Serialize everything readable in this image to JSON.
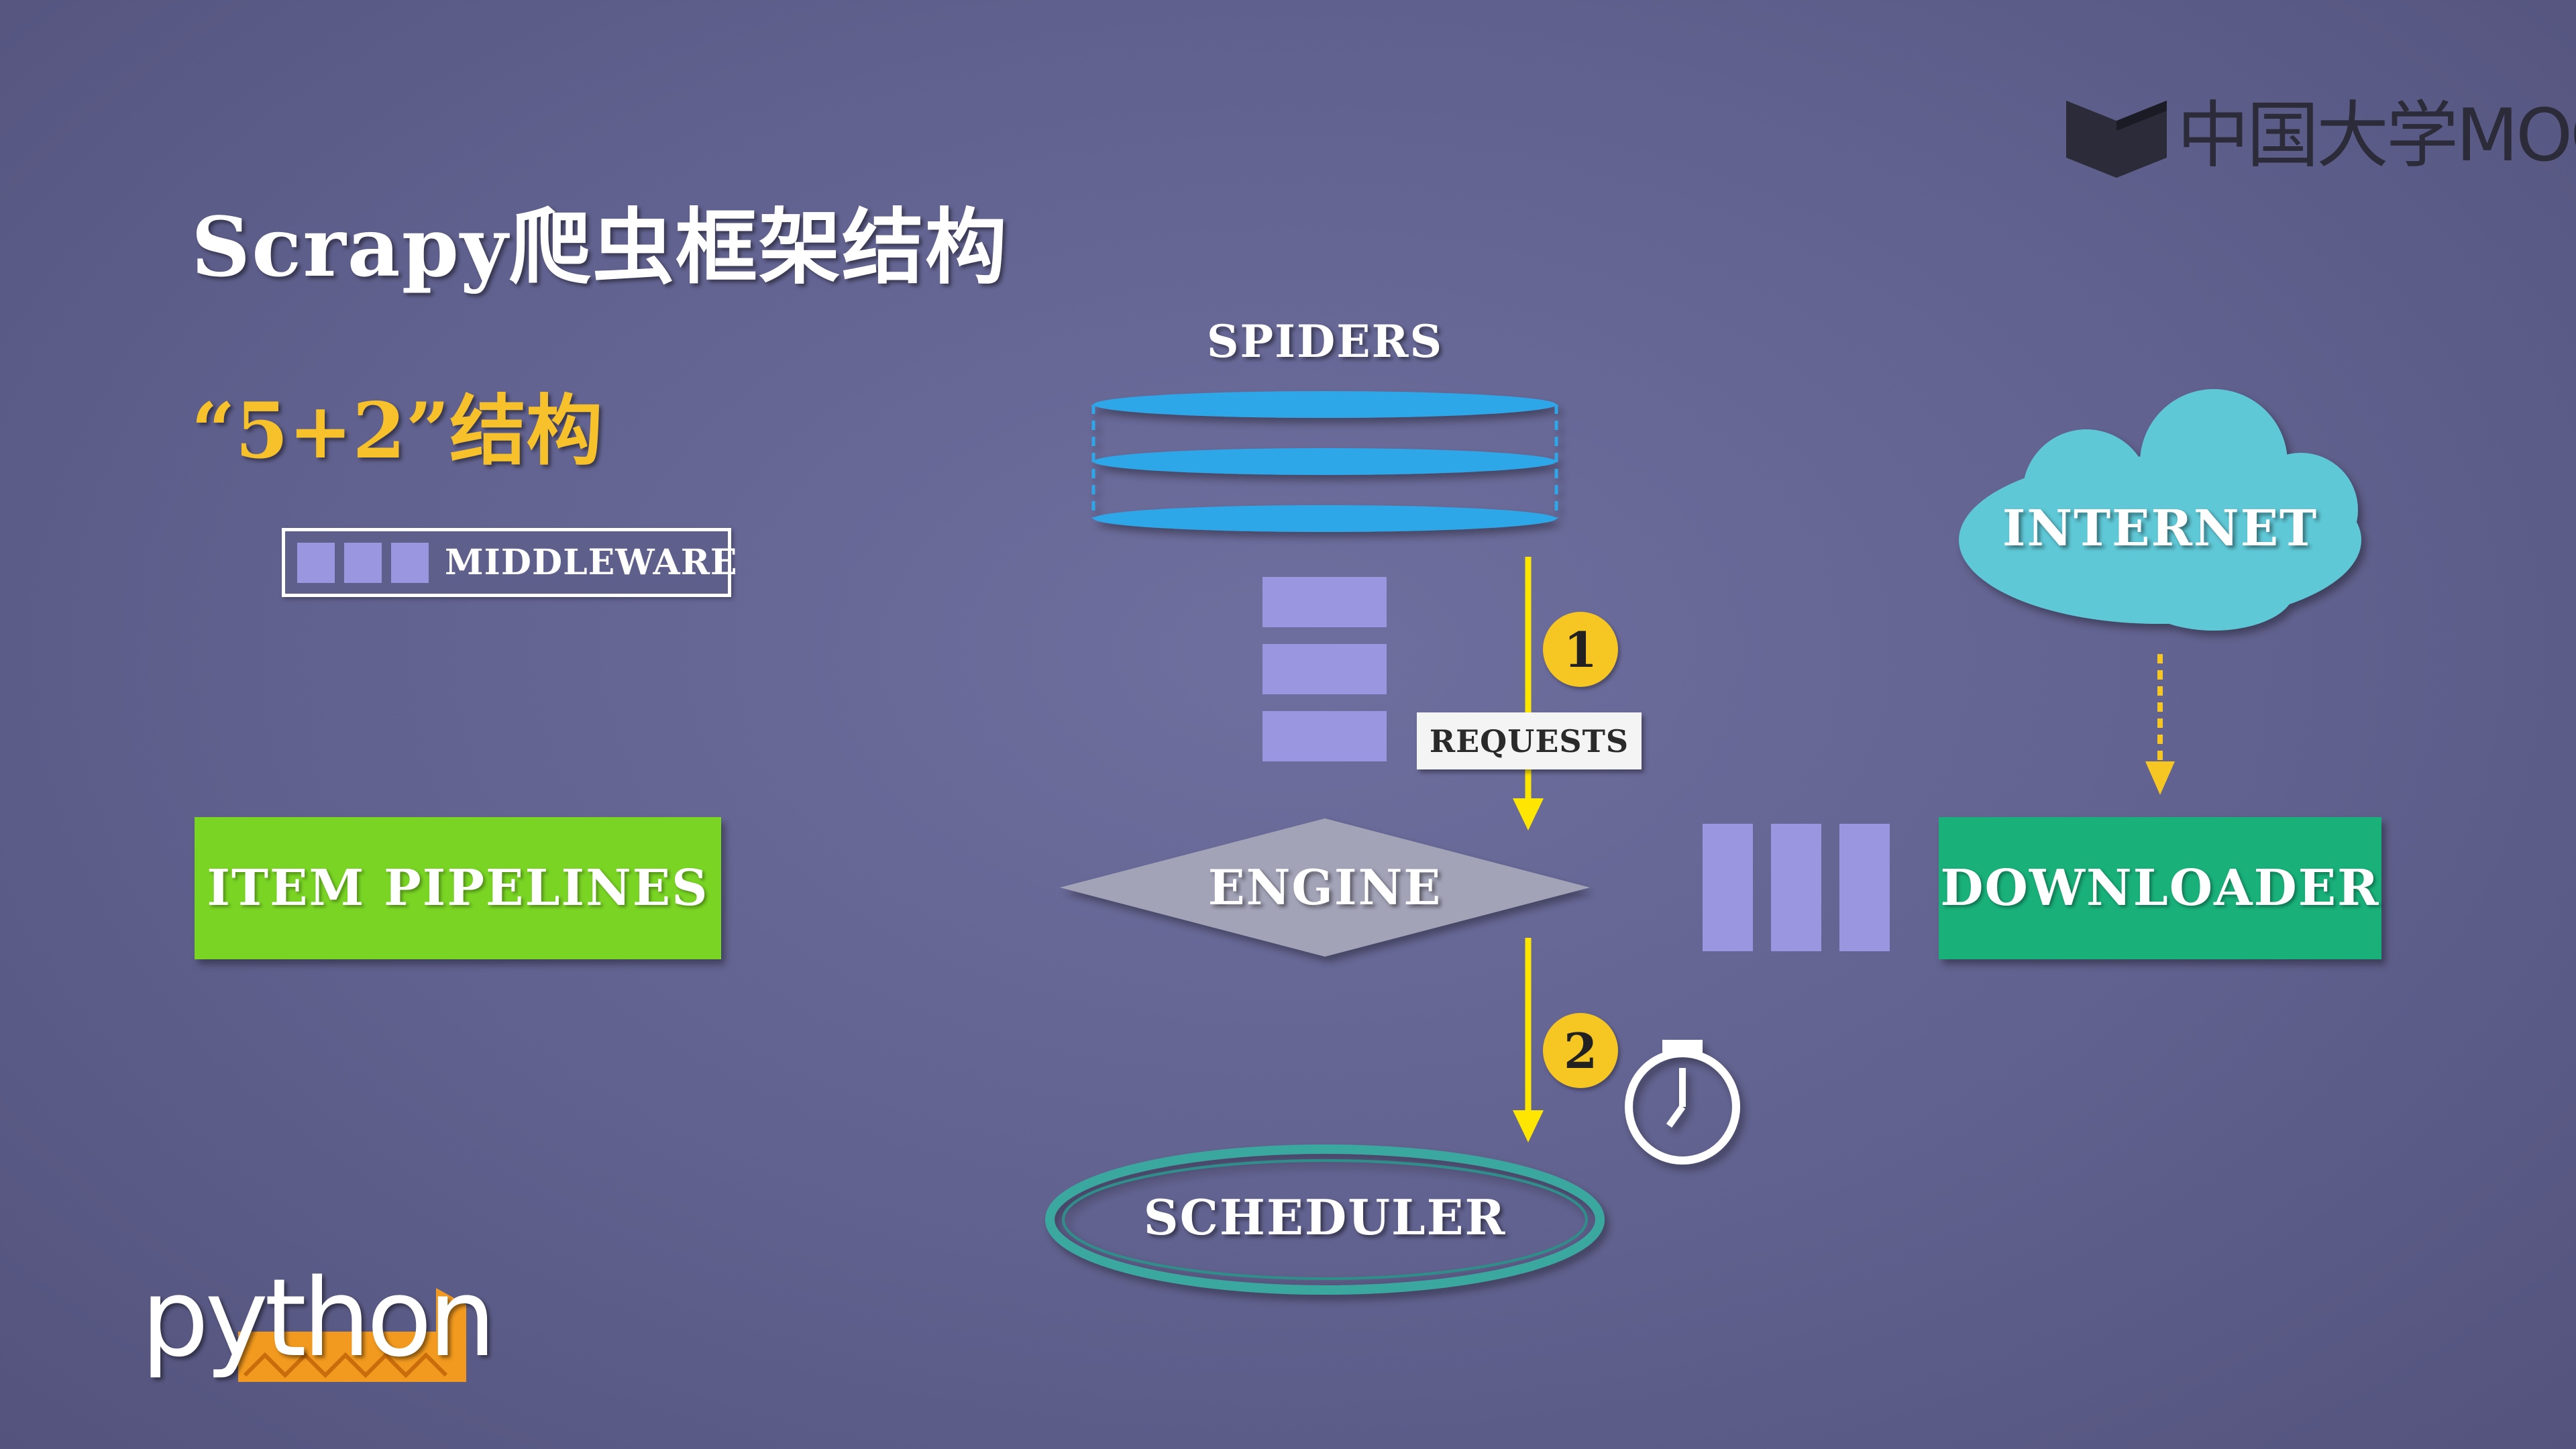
{
  "title": "Scrapy爬虫框架结构",
  "subtitle": "“5+2”结构",
  "logo": {
    "text": "中国大学MOOC",
    "icon": "book-icon"
  },
  "legend": {
    "label": "MIDDLEWARE"
  },
  "components": {
    "spiders": "SPIDERS",
    "internet": "INTERNET",
    "item_pipelines": "ITEM PIPELINES",
    "engine": "ENGINE",
    "downloader": "DOWNLOADER",
    "scheduler": "SCHEDULER"
  },
  "flow": {
    "step1": {
      "number": "1",
      "label": "REQUESTS"
    },
    "step2": {
      "number": "2",
      "icon": "stopwatch-icon"
    }
  },
  "footer_logo": {
    "text": "python"
  },
  "colors": {
    "background": "#61618f",
    "spiders": "#2ea7e8",
    "internet_cloud": "#5fc8d6",
    "item_pipelines": "#79d424",
    "downloader": "#19b07a",
    "engine": "#a3a3b8",
    "scheduler_ring": "#3aa8a0",
    "middleware": "#9a96e0",
    "arrow": "#ffe600",
    "badge": "#f6c623",
    "subtitle": "#f6c12a"
  }
}
